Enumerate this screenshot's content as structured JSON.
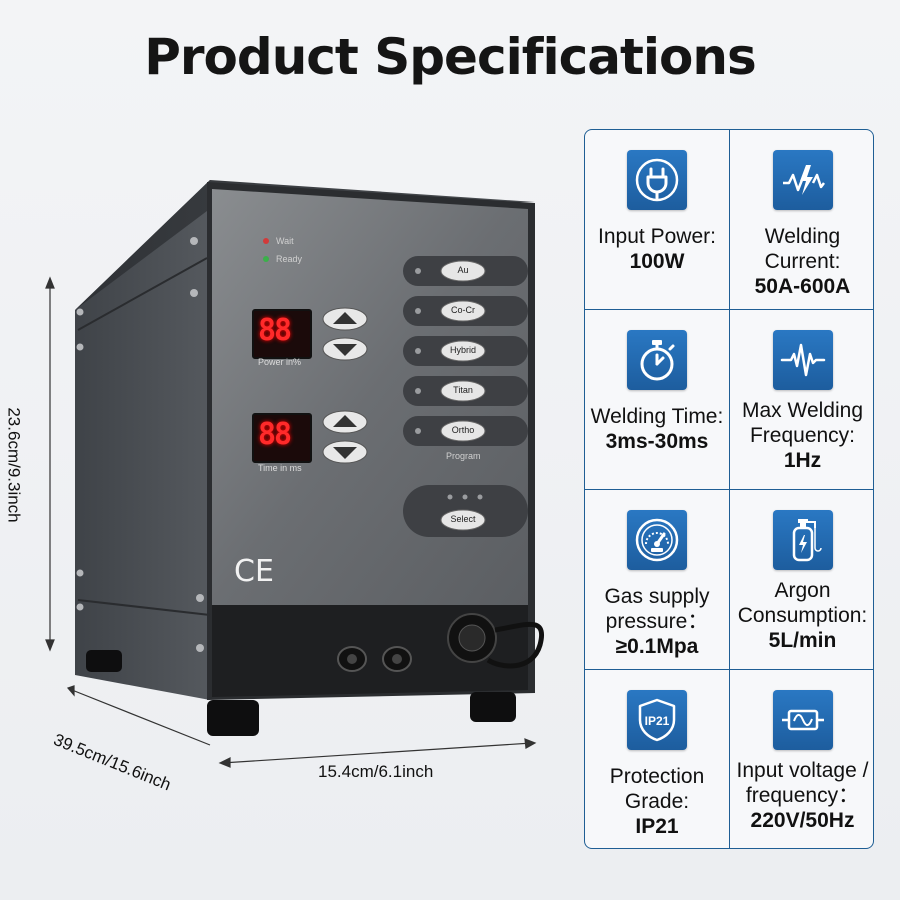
{
  "title": "Product Specifications",
  "product": {
    "led_wait": "Wait",
    "led_ready": "Ready",
    "power_digits": "88",
    "power_label": "Power  in%",
    "time_digits": "88",
    "time_label": "Time  in  ms",
    "program_buttons": [
      "Au",
      "Co-Cr",
      "Hybrid",
      "Titan",
      "Ortho"
    ],
    "program_label": "Program",
    "select_label": "Select",
    "ce_mark": "CE"
  },
  "dimensions": {
    "height": "23.6cm/9.3inch",
    "depth": "39.5cm/15.6inch",
    "width": "15.4cm/6.1inch"
  },
  "specs": [
    {
      "icon": "plug-icon",
      "label": "Input Power:",
      "value": "100W"
    },
    {
      "icon": "lightning-wave-icon",
      "label": "Welding Current:",
      "value": "50A-600A"
    },
    {
      "icon": "stopwatch-icon",
      "label": "Welding Time:",
      "value": "3ms-30ms"
    },
    {
      "icon": "pulse-wave-icon",
      "label": "Max Welding Frequency:",
      "value": "1Hz"
    },
    {
      "icon": "pressure-gauge-icon",
      "label": "Gas supply pressure：",
      "value": "≥0.1Mpa"
    },
    {
      "icon": "gas-cylinder-icon",
      "label": "Argon Consumption:",
      "value": "5L/min"
    },
    {
      "icon": "shield-ip21-icon",
      "label": "Protection Grade:",
      "value": "IP21"
    },
    {
      "icon": "ac-frequency-icon",
      "label": "Input voltage / frequency：",
      "value": "220V/50Hz"
    }
  ],
  "icon_text": {
    "ip21": "IP21"
  },
  "colors": {
    "accent": "#1f5e94",
    "icon_bg": "#2a78c3",
    "display": "#ff2a2a"
  }
}
